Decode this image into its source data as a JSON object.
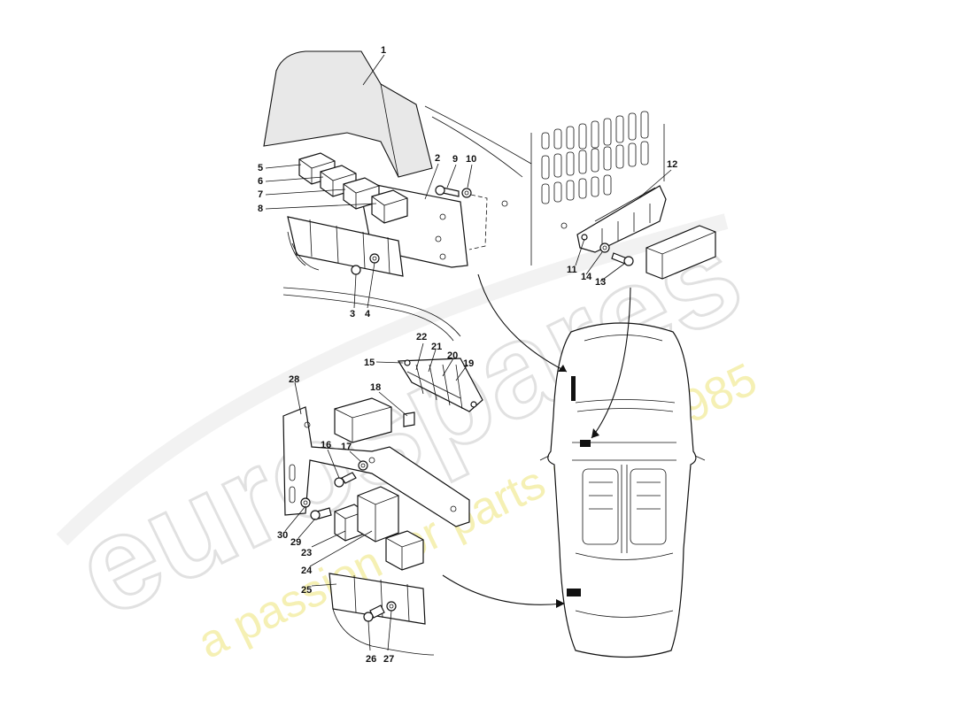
{
  "diagram": {
    "callouts": [
      "1",
      "2",
      "3",
      "4",
      "5",
      "6",
      "7",
      "8",
      "9",
      "10",
      "11",
      "12",
      "13",
      "14",
      "15",
      "16",
      "17",
      "18",
      "19",
      "20",
      "21",
      "22",
      "23",
      "24",
      "25",
      "26",
      "27",
      "28",
      "29",
      "30"
    ]
  },
  "watermark": {
    "logo_text": "eurospares",
    "tagline": "a passion for parts since 1985",
    "color_logo": "#dcdcdc",
    "color_tagline": "#f0ea9a"
  }
}
